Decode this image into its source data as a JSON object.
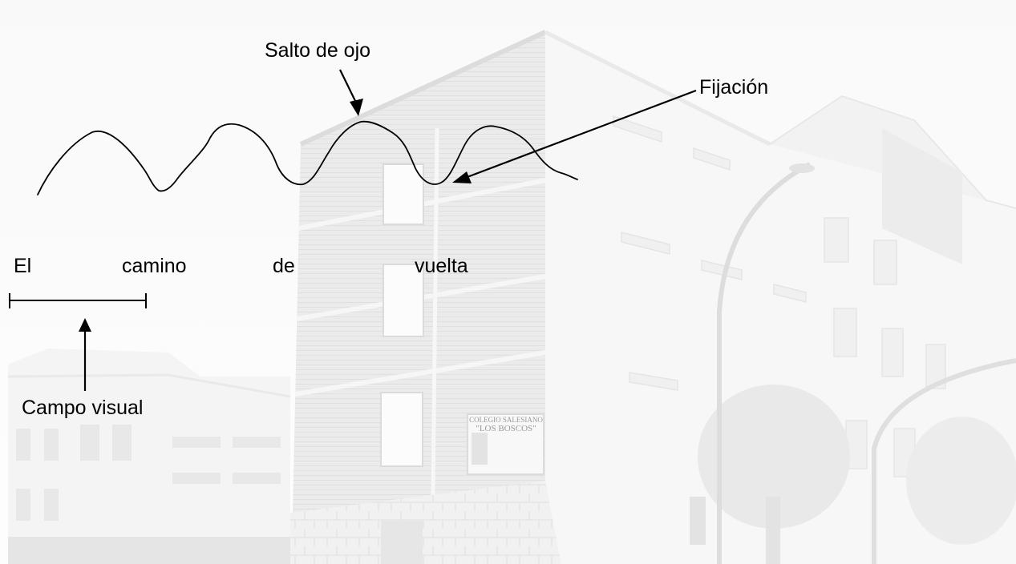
{
  "labels": {
    "saccade": "Salto de ojo",
    "fixation": "Fijación",
    "field": "Campo visual"
  },
  "sentence": [
    "El",
    "camino",
    "de",
    "vuelta"
  ],
  "background_sign": {
    "line1": "COLEGIO SALESIANO",
    "line2": "\"LOS BOSCOS\""
  },
  "colors": {
    "ink": "#000000",
    "wash": "#ffffff"
  }
}
